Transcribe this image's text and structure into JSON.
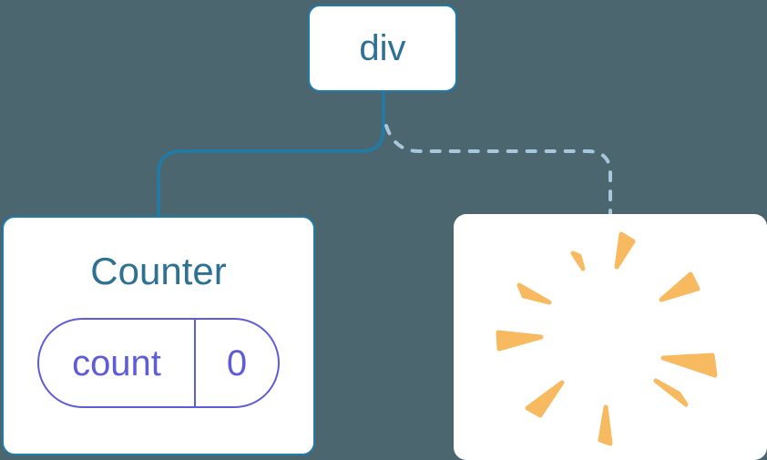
{
  "diagram": {
    "description": "component tree: root div with one kept child (Counter with state) and one removed child (poof)",
    "background_color": "#4C6670",
    "root": {
      "label": "div"
    },
    "children": [
      {
        "type": "component",
        "title": "Counter",
        "edge_style": "solid",
        "state": {
          "key": "count",
          "value": "0"
        }
      },
      {
        "type": "removed",
        "icon": "poof-icon",
        "edge_style": "dashed"
      }
    ],
    "colors": {
      "background": "#4C6670",
      "node_border": "#1F7CA8",
      "node_text": "#2D7195",
      "state_accent": "#5F5CD9",
      "solid_edge": "#1F7CA8",
      "dashed_edge": "#A7C7DB",
      "poof": "#F8BA61",
      "node_background": "#FFFFFF"
    }
  }
}
